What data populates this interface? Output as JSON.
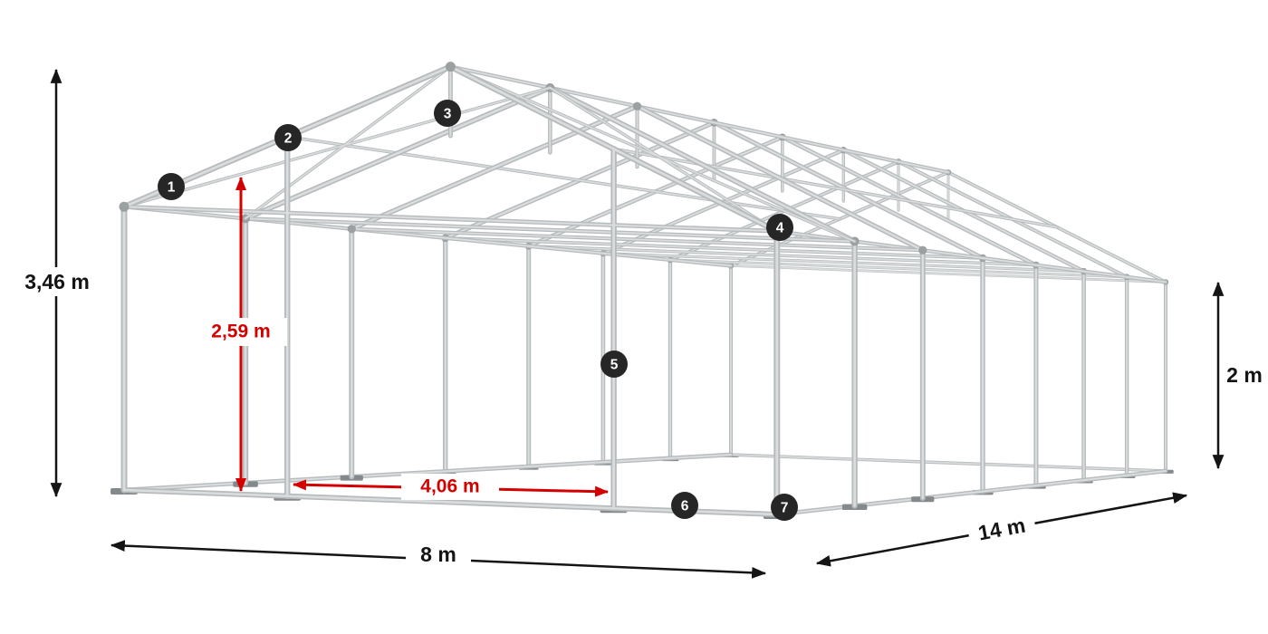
{
  "diagram": {
    "background": "#ffffff",
    "frame_color": "#b7bbbd",
    "frame_highlight": "#dadddd",
    "joint_color": "#9ba0a3",
    "plate_color": "#84898c",
    "ink": "#141414",
    "accent_red": "#d40000",
    "badge_bg": "#262626",
    "badge_fg": "#ffffff"
  },
  "dimensions": {
    "total_height": "3,46 m",
    "clear_height": "2,59 m",
    "side_height": "2 m",
    "door_width": "4,06 m",
    "width": "8 m",
    "length": "14 m"
  },
  "badges": [
    "1",
    "2",
    "3",
    "4",
    "5",
    "6",
    "7"
  ]
}
